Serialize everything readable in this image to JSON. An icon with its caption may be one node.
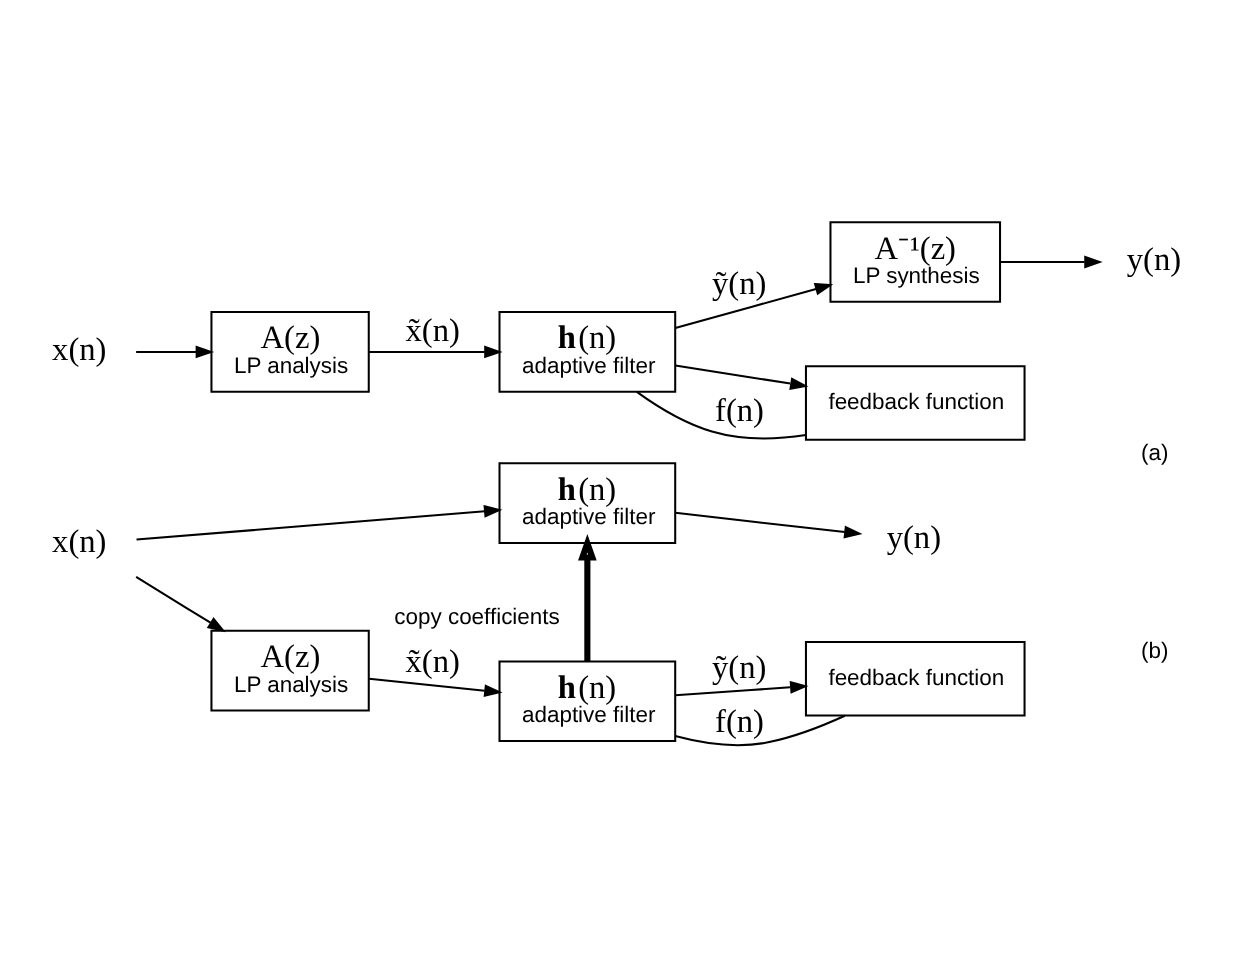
{
  "diagram": {
    "nodes": [
      {
        "text": [
          "x(n)"
        ]
      },
      {
        "text": [
          "A(z)",
          "LP analysis"
        ]
      },
      {
        "text": [
          "**h**(n)",
          "adaptive filter"
        ]
      },
      {
        "text": [
          "A⁻¹(z)",
          "LP synthesis"
        ]
      },
      {
        "text": [
          "y(n)"
        ]
      },
      {
        "text": [
          "feedback function"
        ]
      },
      {
        "text": [
          "x(n)"
        ]
      },
      {
        "text": [
          "**h**(n)",
          "adaptive filter"
        ]
      },
      {
        "text": [
          "y(n)"
        ]
      },
      {
        "text": [
          "A(z)",
          "LP analysis"
        ]
      },
      {
        "text": [
          "**h**(n)",
          "adaptive filter"
        ]
      },
      {
        "text": [
          "feedback function"
        ]
      }
    ],
    "edges": [
      {
        "from": 0,
        "to": 1,
        "arrow": "to"
      },
      {
        "from": 1,
        "to": 2,
        "arrow": "to",
        "label": "x̃(n)"
      },
      {
        "from": 2,
        "to": 3,
        "arrow": "to",
        "label": "ỹ(n)"
      },
      {
        "from": 3,
        "to": 4,
        "arrow": "to"
      },
      {
        "from": 2,
        "to": 5,
        "arrow": "to"
      },
      {
        "from": 5,
        "to": 2,
        "arrow": "none",
        "label": "f(n)"
      },
      {
        "from": 6,
        "to": 7,
        "arrow": "to"
      },
      {
        "from": 6,
        "to": 9,
        "arrow": "to"
      },
      {
        "from": 7,
        "to": 8,
        "arrow": "to"
      },
      {
        "from": 9,
        "to": 10,
        "arrow": "to",
        "label": "x̃(n)"
      },
      {
        "from": 10,
        "to": 7,
        "arrow": "to",
        "label": "copy coefficients",
        "style": "thick"
      },
      {
        "from": 10,
        "to": 11,
        "arrow": "to",
        "label": "ỹ(n)"
      },
      {
        "from": 11,
        "to": 10,
        "arrow": "none",
        "label": "f(n)"
      }
    ],
    "labels": [
      "(a)",
      "(b)"
    ]
  }
}
